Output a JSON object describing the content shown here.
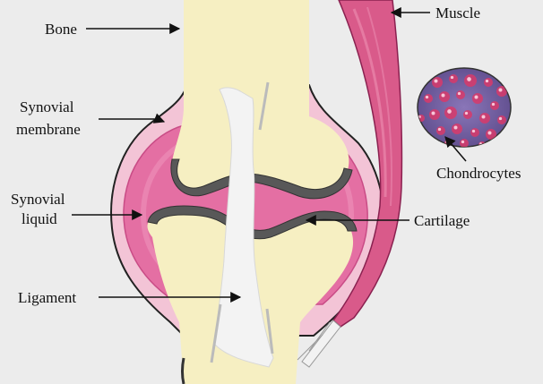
{
  "labels": {
    "bone": "Bone",
    "muscle": "Muscle",
    "synovial_membrane_line1": "Synovial",
    "synovial_membrane_line2": "membrane",
    "synovial_liquid_line1": "Synovial",
    "synovial_liquid_line2": "liquid",
    "chondrocytes": "Chondrocytes",
    "cartilage": "Cartilage",
    "ligament": "Ligament"
  },
  "colors": {
    "background": "#ececec",
    "bone": "#f6efc2",
    "bone_outline": "#3a3a3a",
    "capsule_outer": "#f3c4d6",
    "synovial_liquid": "#e46fa3",
    "synovial_liquid_light": "#ee93bb",
    "cartilage": "#585858",
    "ligament": "#f3f3f3",
    "muscle": "#d95a8a",
    "muscle_light": "#e987ad",
    "tendon": "#f2f2f2",
    "chondrocyte_bg": "#6e5aa0",
    "chondrocyte_cell": "#d83a6a",
    "text": "#111111"
  }
}
